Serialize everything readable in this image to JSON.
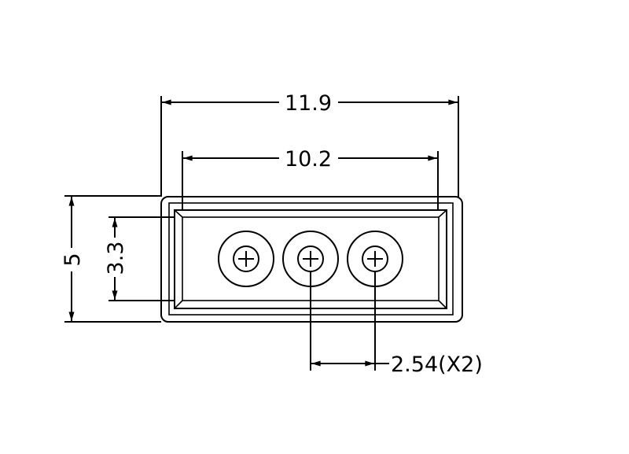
{
  "dimensions": {
    "overall_width": "11.9",
    "inner_width": "10.2",
    "overall_height": "5",
    "inner_height": "3.3",
    "pin_pitch": "2.54(X2)"
  },
  "pins": 3
}
